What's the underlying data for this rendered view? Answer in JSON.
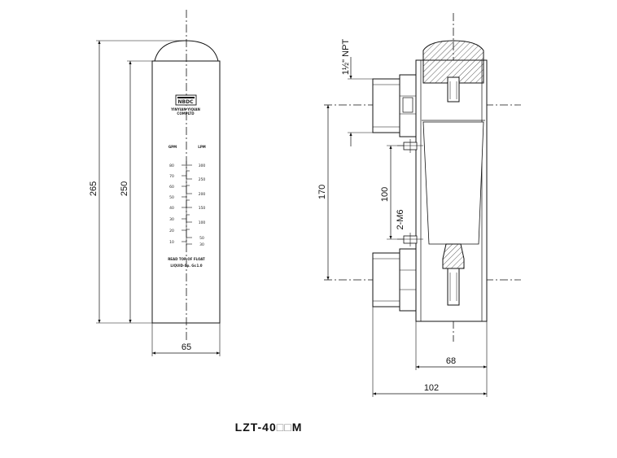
{
  "model": {
    "prefix": "LZT-40",
    "boxes": "□□",
    "suffix": "M"
  },
  "front_view": {
    "dim_total_height": "265",
    "dim_scale_height": "250",
    "dim_width": "65",
    "logo_text": "NBDC",
    "brand_line_1": "YINYIAN YIQIAN",
    "brand_line_2": "COMPLTD",
    "scale_header_left": "GPM",
    "scale_header_right": "LPM",
    "gpm_ticks": [
      "80",
      "70",
      "60",
      "50",
      "40",
      "30",
      "20",
      "10"
    ],
    "lpm_ticks": [
      "300",
      "250",
      "200",
      "150",
      "100",
      "50",
      "30"
    ],
    "note_line_1": "READ TOP OF FLOAT",
    "note_line_2": "LIQUID-Sp. Gr.1.0"
  },
  "side_view": {
    "dim_thread": "1½\" NPT",
    "dim_port_spacing": "170",
    "dim_mount_spacing": "100",
    "dim_mount_holes": "2-M6",
    "dim_body_depth": "68",
    "dim_total_depth": "102"
  }
}
